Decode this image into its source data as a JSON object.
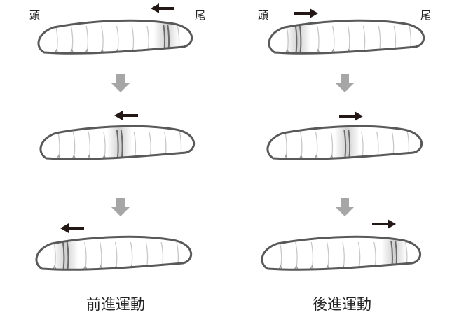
{
  "diagram": {
    "columns": [
      {
        "caption": "前進運動",
        "head_label": "頭",
        "tail_label": "尾",
        "wave_direction": "toward-head",
        "stages": [
          {
            "wave_at": "tail"
          },
          {
            "wave_at": "middle"
          },
          {
            "wave_at": "head"
          }
        ]
      },
      {
        "caption": "後進運動",
        "head_label": "頭",
        "tail_label": "尾",
        "wave_direction": "toward-tail",
        "stages": [
          {
            "wave_at": "head"
          },
          {
            "wave_at": "middle"
          },
          {
            "wave_at": "tail"
          }
        ]
      }
    ],
    "colors": {
      "outline": "#595959",
      "segment_line": "#c8c8c8",
      "wave_shade": "#d0d0d0",
      "wave_line": "#6a6a6a",
      "arrow": "#231815",
      "down_arrow": "#a6a6a6",
      "background": "#ffffff"
    }
  }
}
